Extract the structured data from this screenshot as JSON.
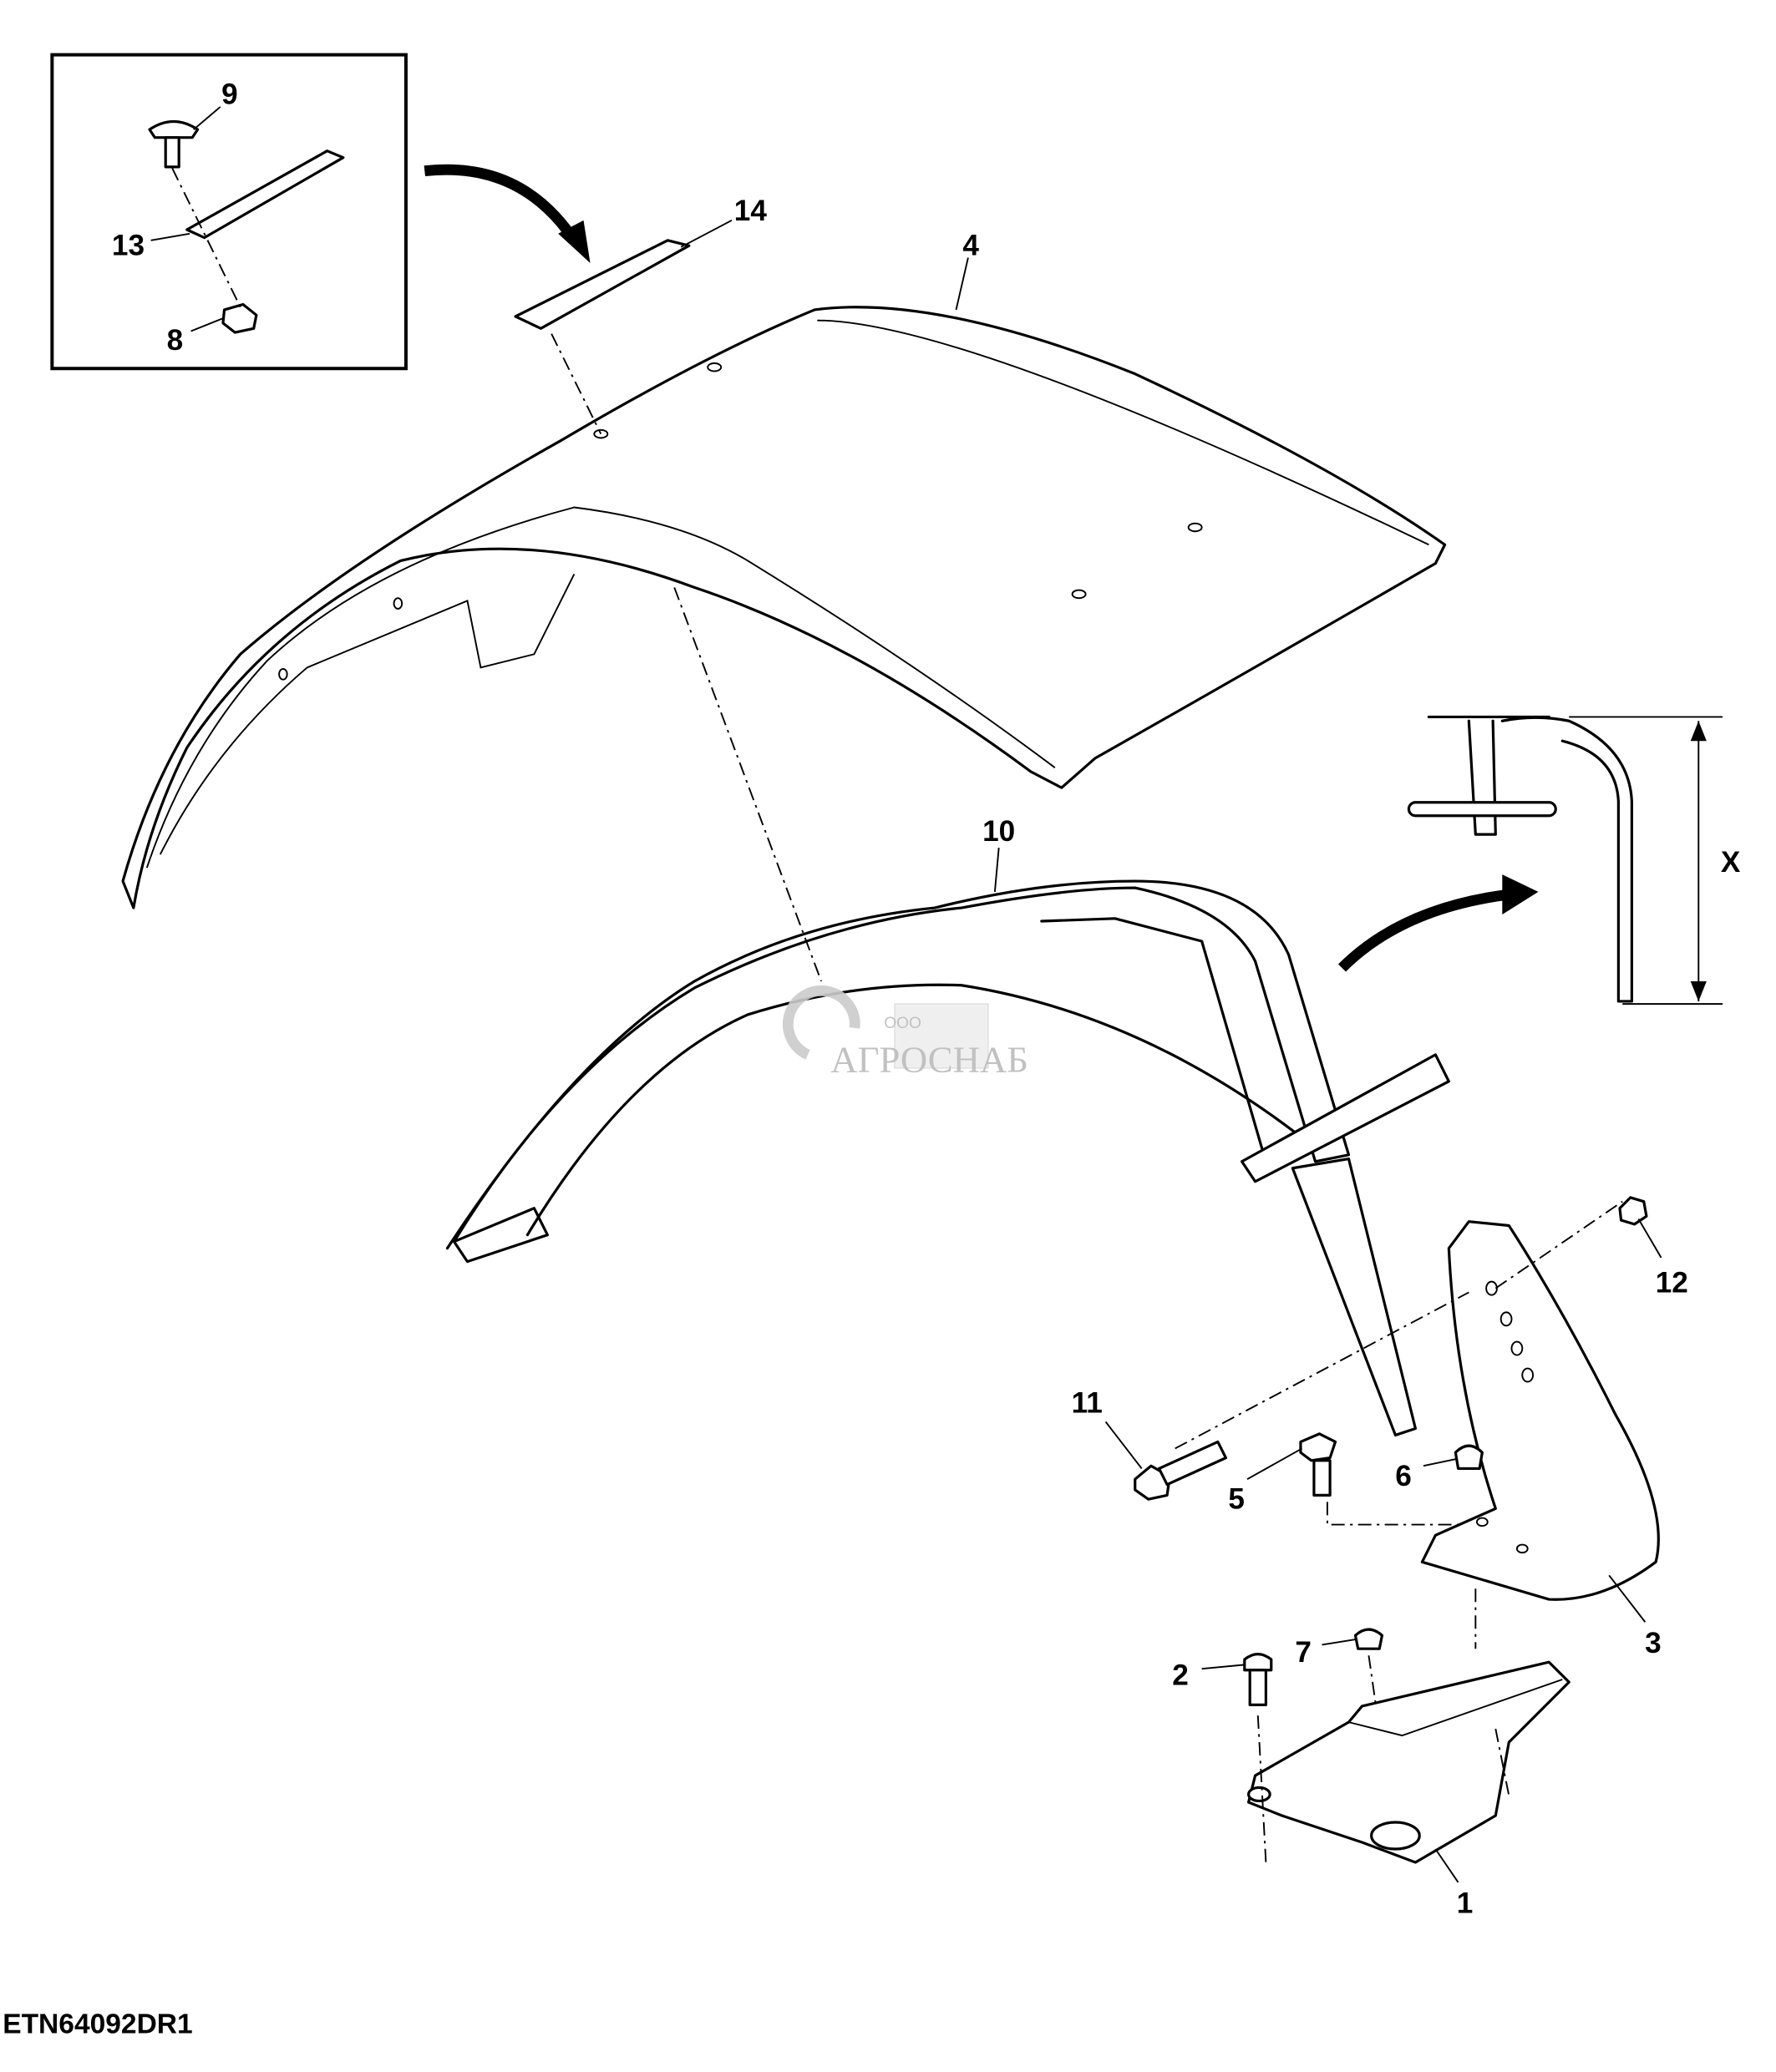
{
  "diagram": {
    "figure_code": "ETN64092DR1",
    "dimension_label": "X",
    "callouts": [
      "1",
      "2",
      "3",
      "4",
      "5",
      "6",
      "7",
      "8",
      "9",
      "10",
      "11",
      "12",
      "13",
      "14"
    ],
    "watermark": {
      "prefix": "ООО",
      "name": "АГРОСНАБ"
    }
  }
}
